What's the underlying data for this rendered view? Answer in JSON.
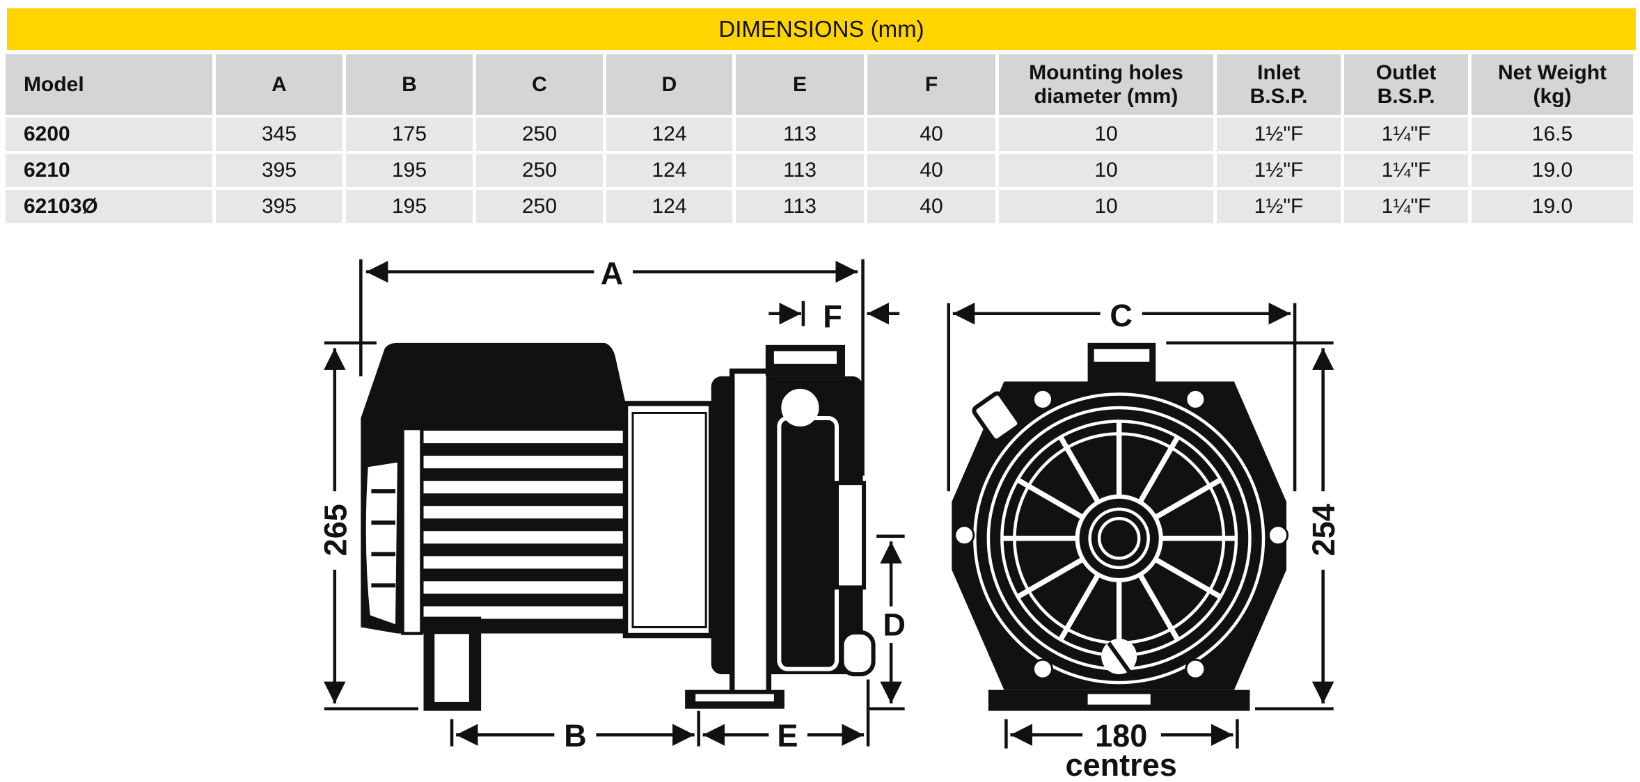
{
  "title": "DIMENSIONS (mm)",
  "columns": [
    "Model",
    "A",
    "B",
    "C",
    "D",
    "E",
    "F",
    "Mounting holes diameter (mm)",
    "Inlet B.S.P.",
    "Outlet B.S.P.",
    "Net Weight (kg)"
  ],
  "rows": [
    [
      "6200",
      "345",
      "175",
      "250",
      "124",
      "113",
      "40",
      "10",
      "1½\"F",
      "1¼\"F",
      "16.5"
    ],
    [
      "6210",
      "395",
      "195",
      "250",
      "124",
      "113",
      "40",
      "10",
      "1½\"F",
      "1¼\"F",
      "19.0"
    ],
    [
      "62103Ø",
      "395",
      "195",
      "250",
      "124",
      "113",
      "40",
      "10",
      "1½\"F",
      "1¼\"F",
      "19.0"
    ]
  ],
  "diagram": {
    "labels": {
      "A": "A",
      "B": "B",
      "C": "C",
      "D": "D",
      "E": "E",
      "F": "F",
      "height_side": "265",
      "height_front": "254",
      "centres_value": "180",
      "centres_text": "centres"
    }
  },
  "colors": {
    "banner": "#ffd400",
    "header": "#d4d5d6",
    "row": "#e6e7e8"
  }
}
